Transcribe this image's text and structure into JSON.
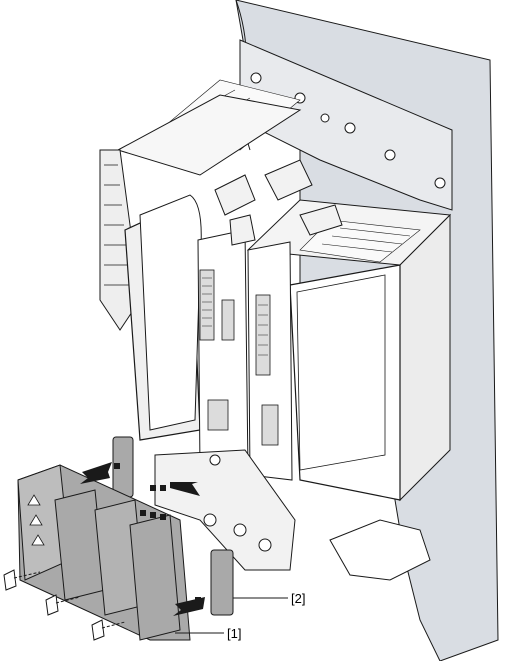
{
  "callouts": [
    {
      "id": "2",
      "text": "[2]"
    },
    {
      "id": "1",
      "text": "[1]"
    }
  ],
  "colors": {
    "line": "#1a1a1a",
    "wall": "#d9dde3",
    "module_face": "#ffffff",
    "module_shadow": "#c8c8c8",
    "part_gray": "#a9a9a9",
    "arrow_fill": "#1a1a1a"
  }
}
